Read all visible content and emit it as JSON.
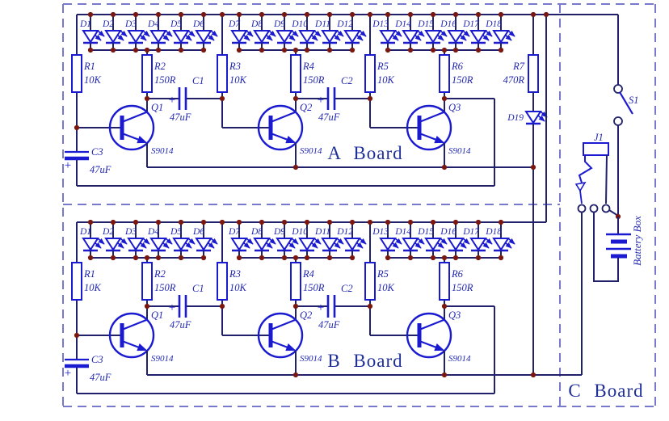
{
  "schematic": {
    "board_a_label": "A Board",
    "board_b_label": "B Board",
    "board_c_label": "C Board",
    "led_refs": [
      "D1",
      "D2",
      "D3",
      "D4",
      "D5",
      "D6",
      "D7",
      "D8",
      "D9",
      "D10",
      "D11",
      "D12",
      "D13",
      "D14",
      "D15",
      "D16",
      "D17",
      "D18"
    ],
    "indicator_led_ref": "D19",
    "resistors": [
      {
        "ref": "R1",
        "value": "10K"
      },
      {
        "ref": "R2",
        "value": "150R"
      },
      {
        "ref": "R3",
        "value": "10K"
      },
      {
        "ref": "R4",
        "value": "150R"
      },
      {
        "ref": "R5",
        "value": "10K"
      },
      {
        "ref": "R6",
        "value": "150R"
      }
    ],
    "indicator_resistor": {
      "ref": "R7",
      "value": "470R"
    },
    "capacitors": [
      {
        "ref": "C1",
        "value": "47uF"
      },
      {
        "ref": "C2",
        "value": "47uF"
      },
      {
        "ref": "C3",
        "value": "47uF"
      }
    ],
    "transistors": [
      {
        "ref": "Q1",
        "part": "S9014"
      },
      {
        "ref": "Q2",
        "part": "S9014"
      },
      {
        "ref": "Q3",
        "part": "S9014"
      }
    ],
    "polarity_mark": "+",
    "switch_ref": "S1",
    "jack_ref": "J1",
    "battery_label": "Battery Box",
    "colors": {
      "wire": "#20206b",
      "component": "#1a1ad1",
      "junction": "#7c170e",
      "label": "#2328b0",
      "board_label": "#203099",
      "border": "#7878cc",
      "background": "#ffffff"
    }
  }
}
